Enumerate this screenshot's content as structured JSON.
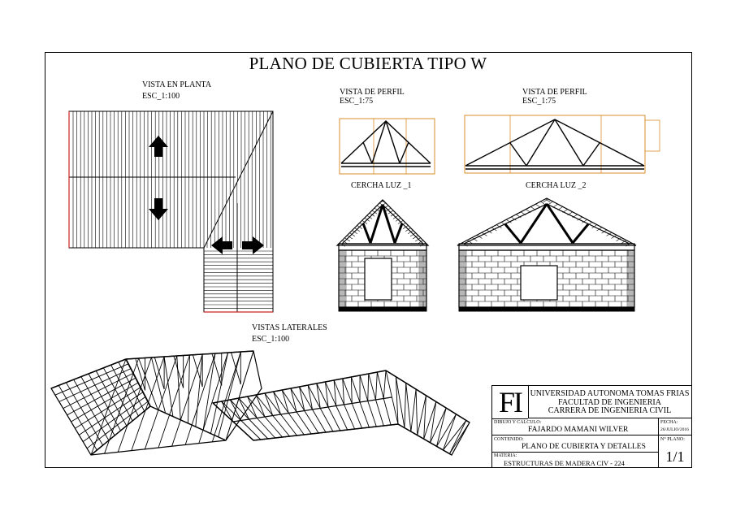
{
  "drawing_title": "PLANO DE CUBIERTA TIPO W",
  "plan_view": {
    "label": "VISTA EN PLANTA",
    "scale": "ESC_1:100"
  },
  "profile_1": {
    "label": "VISTA DE PERFIL",
    "scale": "ESC_1:75",
    "truss": "CERCHA LUZ _1"
  },
  "profile_2": {
    "label": "VISTA DE PERFIL",
    "scale": "ESC_1:75",
    "truss": "CERCHA LUZ _2"
  },
  "side_views": {
    "label": "VISTAS LATERALES",
    "scale": "ESC_1:100"
  },
  "title_block": {
    "logo": "FI",
    "institution_lines": [
      "UNIVERSIDAD AUTONOMA TOMAS FRIAS",
      "FACULTAD DE INGENIERIA",
      "CARRERA DE INGENIERIA CIVIL"
    ],
    "drawn_by_label": "DIBUJO Y CALCULO:",
    "drawn_by": "FAJARDO MAMANI WILVER",
    "date_label": "FECHA:",
    "date": "26/JULIO/2016",
    "content_label": "CONTENIDO:",
    "content": "PLANO DE CUBIERTA Y DETALLES",
    "sheet_label": "N° PLANO:",
    "sheet": "1/1",
    "subject_label": "MATERIA:",
    "subject": "ESTRUCTURAS DE MADERA   CIV - 224"
  },
  "colors": {
    "line": "#000000",
    "accent_orange": "#d98c2a",
    "accent_red": "#cc2222"
  }
}
